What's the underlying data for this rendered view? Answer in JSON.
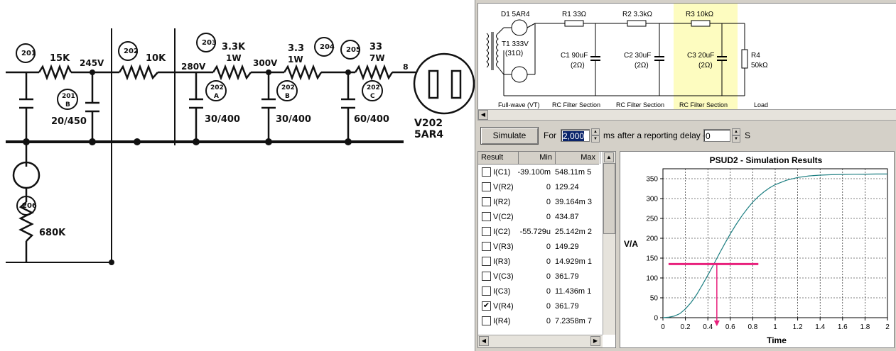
{
  "schematic": {
    "resistors": [
      {
        "ref": "201",
        "value": "15K"
      },
      {
        "ref": "202",
        "value": "10K"
      },
      {
        "ref": "203",
        "value": "3.3K",
        "watt": "1W"
      },
      {
        "ref": "204",
        "value": "3.3",
        "watt": "1W"
      },
      {
        "ref": "205",
        "value": "33",
        "watt": "7W"
      },
      {
        "ref": "206",
        "value": "680K"
      }
    ],
    "capacitors": [
      {
        "ref": "201",
        "sub": "B",
        "value": "20/450"
      },
      {
        "ref": "202",
        "sub": "A",
        "value": "30/400"
      },
      {
        "ref": "202",
        "sub": "B",
        "value": "30/400"
      },
      {
        "ref": "202",
        "sub": "C",
        "value": "60/400"
      }
    ],
    "voltages": [
      "245V",
      "280V",
      "300V"
    ],
    "pin": "8",
    "tube": {
      "ref": "V202",
      "type": "5AR4"
    }
  },
  "circuit": {
    "d1": "D1 5AR4",
    "t1": "T1 333V",
    "t1_r": "(31Ω)",
    "r1": "R1 33Ω",
    "r2": "R2 3.3kΩ",
    "r3": "R3 10kΩ",
    "c1": "C1 90uF",
    "c1_r": "(2Ω)",
    "c2": "C2 30uF",
    "c2_r": "(2Ω)",
    "c3": "C3 20uF",
    "c3_r": "(2Ω)",
    "r4": "R4",
    "r4_v": "50kΩ",
    "sections": [
      "Full-wave (VT)",
      "RC Filter Section",
      "RC Filter Section",
      "RC Filter Section",
      "Load"
    ],
    "highlight_color": "#fdfcc0"
  },
  "controls": {
    "simulate": "Simulate",
    "for_label": "For",
    "duration": "2,000",
    "ms_label": "ms",
    "delay_label": "after a reporting delay of",
    "delay": "0",
    "s_label": "S"
  },
  "results": {
    "headers": [
      "Result",
      "Min",
      "Max"
    ],
    "rows": [
      {
        "name": "I(C1)",
        "min": "-39.100m",
        "max": "548.11m",
        "extra": "5",
        "checked": false
      },
      {
        "name": "V(R2)",
        "min": "0",
        "max": "129.24",
        "extra": "",
        "checked": false
      },
      {
        "name": "I(R2)",
        "min": "0",
        "max": "39.164m",
        "extra": "3",
        "checked": false
      },
      {
        "name": "V(C2)",
        "min": "0",
        "max": "434.87",
        "extra": "",
        "checked": false
      },
      {
        "name": "I(C2)",
        "min": "-55.729u",
        "max": "25.142m",
        "extra": "2",
        "checked": false
      },
      {
        "name": "V(R3)",
        "min": "0",
        "max": "149.29",
        "extra": "",
        "checked": false
      },
      {
        "name": "I(R3)",
        "min": "0",
        "max": "14.929m",
        "extra": "1",
        "checked": false
      },
      {
        "name": "V(C3)",
        "min": "0",
        "max": "361.79",
        "extra": "",
        "checked": false
      },
      {
        "name": "I(C3)",
        "min": "0",
        "max": "11.436m",
        "extra": "1",
        "checked": false
      },
      {
        "name": "V(R4)",
        "min": "0",
        "max": "361.79",
        "extra": "",
        "checked": true
      },
      {
        "name": "I(R4)",
        "min": "0",
        "max": "7.2358m",
        "extra": "7",
        "checked": false
      }
    ]
  },
  "chart_data": {
    "type": "line",
    "title": "PSUD2 - Simulation Results",
    "xlabel": "Time",
    "ylabel": "V/A",
    "xlim": [
      0,
      2
    ],
    "ylim": [
      0,
      375
    ],
    "xticks": [
      "0",
      "0.2",
      "0.4",
      "0.6",
      "0.8",
      "1",
      "1.2",
      "1.4",
      "1.6",
      "1.8",
      "2"
    ],
    "yticks": [
      "0",
      "50",
      "100",
      "150",
      "200",
      "250",
      "300",
      "350"
    ],
    "grid": true,
    "series": [
      {
        "x": [
          0,
          0.05,
          0.1,
          0.15,
          0.2,
          0.25,
          0.3,
          0.35,
          0.4,
          0.45,
          0.5,
          0.55,
          0.6,
          0.65,
          0.7,
          0.75,
          0.8,
          0.85,
          0.9,
          0.95,
          1.0,
          1.1,
          1.2,
          1.3,
          1.4,
          1.5,
          1.6,
          1.7,
          1.8,
          1.9,
          2.0
        ],
        "y": [
          0,
          1,
          4,
          10,
          22,
          38,
          58,
          82,
          107,
          133,
          160,
          186,
          211,
          234,
          255,
          274,
          291,
          305,
          317,
          327,
          335,
          346,
          353,
          357,
          359,
          360,
          360.8,
          361.2,
          361.5,
          361.7,
          361.79
        ],
        "color": "#1d7f82"
      }
    ],
    "annotations": [
      {
        "type": "hline",
        "y": 135,
        "x_from": 0.05,
        "x_to": 0.85,
        "color": "#e8207c"
      },
      {
        "type": "vline",
        "x": 0.48,
        "y_from": 135,
        "y_to": 0,
        "color": "#e8207c",
        "arrow": true
      }
    ]
  }
}
